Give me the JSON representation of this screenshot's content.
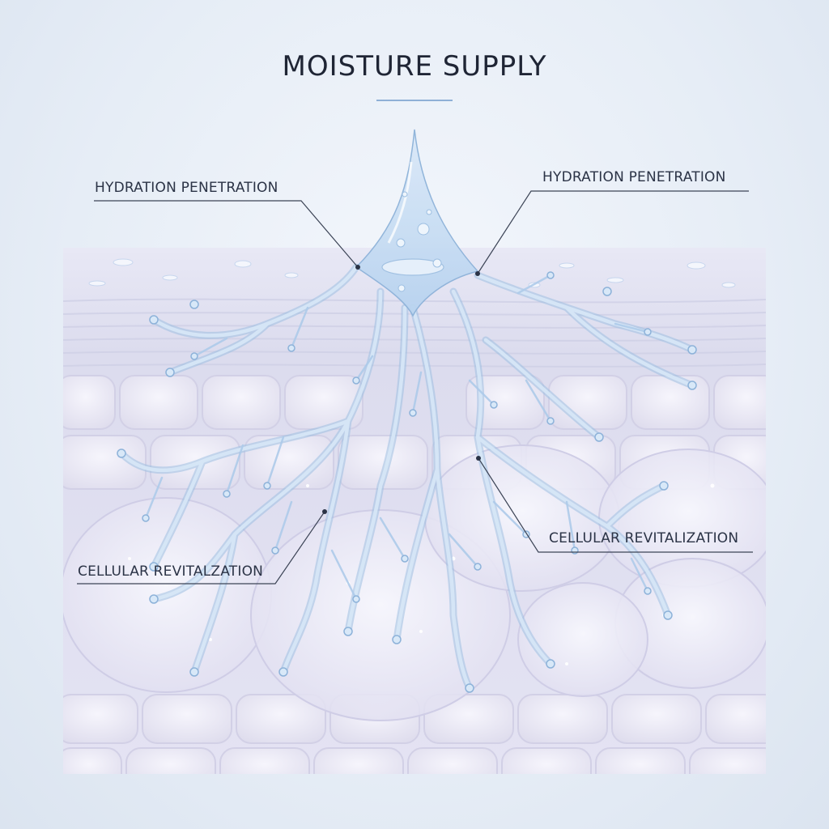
{
  "title": "MOISTURE SUPPLY",
  "colors": {
    "background": "#e6edf6",
    "skin_layer": "#e2e2f2",
    "cell_fill": "#e9e8f6",
    "branch_fill": "#cfe2f5",
    "branch_stroke": "#8fb4da",
    "leader_line": "#3c4456",
    "title_accent": "#8fb0d6"
  },
  "labels": {
    "top_left": "HYDRATION PENETRATION",
    "top_right": "HYDRATION PENETRATION",
    "bottom_left": "CELLULAR REVITALZATION",
    "bottom_right": "CELLULAR REVITALIZATION"
  },
  "icons": {
    "droplet": "water-droplet-icon"
  }
}
